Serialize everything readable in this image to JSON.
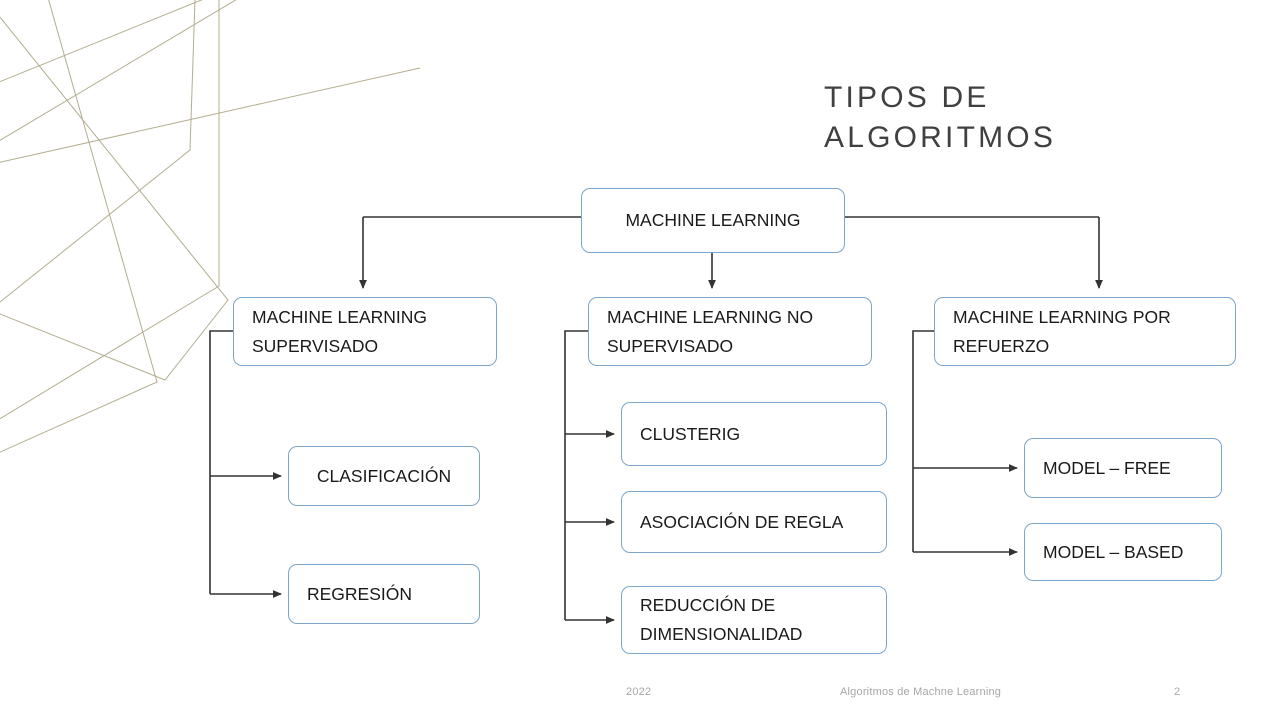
{
  "slide": {
    "title": "TIPOS DE\nALGORITMOS",
    "background_color": "#ffffff",
    "box_border_color": "#7ca6c9",
    "connector_color": "#404040",
    "decoration_color": "#b3ad8e",
    "title_color": "#404040"
  },
  "diagram": {
    "root": {
      "label": "MACHINE LEARNING"
    },
    "branches": [
      {
        "label": "MACHINE LEARNING\nSUPERVISADO",
        "children": [
          {
            "label": "CLASIFICACIÓN"
          },
          {
            "label": "REGRESIÓN"
          }
        ]
      },
      {
        "label": "MACHINE LEARNING NO\nSUPERVISADO",
        "children": [
          {
            "label": "CLUSTERIG"
          },
          {
            "label": "ASOCIACIÓN DE REGLA"
          },
          {
            "label": "REDUCCIÓN DE\nDIMENSIONALIDAD"
          }
        ]
      },
      {
        "label": "MACHINE LEARNING POR\nREFUERZO",
        "children": [
          {
            "label": "MODEL – FREE"
          },
          {
            "label": "MODEL – BASED"
          }
        ]
      }
    ]
  },
  "footer": {
    "year": "2022",
    "subject": "Algoritmos de Machne Learning",
    "page_number": "2"
  }
}
